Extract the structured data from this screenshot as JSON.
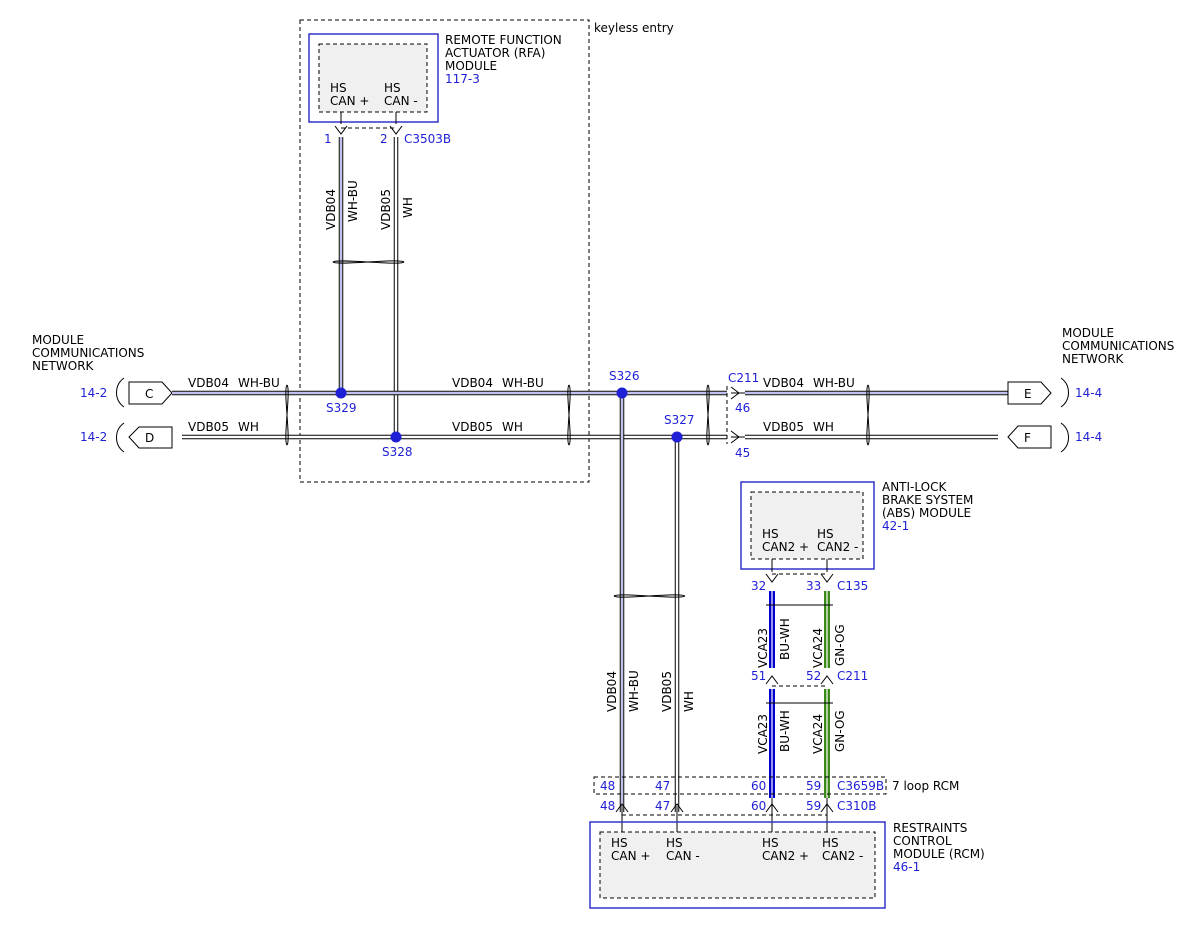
{
  "rfa": {
    "title_l1": "REMOTE FUNCTION",
    "title_l2": "ACTUATOR (RFA)",
    "title_l3": "MODULE",
    "ref": "117-3",
    "pin1_l1": "HS",
    "pin1_l2": "CAN +",
    "pin2_l1": "HS",
    "pin2_l2": "CAN -",
    "pin1_num": "1",
    "pin2_num": "2",
    "connector": "C3503B",
    "wire1_circuit": "VDB04",
    "wire1_color": "WH-BU",
    "wire2_circuit": "VDB05",
    "wire2_color": "WH"
  },
  "keyless_label": "keyless entry",
  "left_network": {
    "l1": "MODULE",
    "l2": "COMMUNICATIONS",
    "l3": "NETWORK",
    "ref_c": "14-2",
    "ref_d": "14-2",
    "conn_c": "C",
    "conn_d": "D"
  },
  "right_network": {
    "l1": "MODULE",
    "l2": "COMMUNICATIONS",
    "l3": "NETWORK",
    "ref_e": "14-4",
    "ref_f": "14-4",
    "conn_e": "E",
    "conn_f": "F"
  },
  "bus": {
    "top_left_circuit": "VDB04",
    "top_left_color": "WH-BU",
    "top_mid_circuit": "VDB04",
    "top_mid_color": "WH-BU",
    "top_right_circuit": "VDB04",
    "top_right_color": "WH-BU",
    "bot_left_circuit": "VDB05",
    "bot_left_color": "WH",
    "bot_mid_circuit": "VDB05",
    "bot_mid_color": "WH",
    "bot_right_circuit": "VDB05",
    "bot_right_color": "WH",
    "splice_s329": "S329",
    "splice_s328": "S328",
    "splice_s326": "S326",
    "splice_s327": "S327",
    "c211": "C211",
    "pin46": "46",
    "pin45": "45"
  },
  "down": {
    "w1_circuit": "VDB04",
    "w1_color": "WH-BU",
    "w2_circuit": "VDB05",
    "w2_color": "WH"
  },
  "abs": {
    "title_l1": "ANTI-LOCK",
    "title_l2": "BRAKE SYSTEM",
    "title_l3": "(ABS) MODULE",
    "ref": "42-1",
    "pin1_l1": "HS",
    "pin1_l2": "CAN2 +",
    "pin2_l1": "HS",
    "pin2_l2": "CAN2 -",
    "pin32": "32",
    "pin33": "33",
    "c135": "C135",
    "upper_w1_circuit": "VCA23",
    "upper_w1_color": "BU-WH",
    "upper_w2_circuit": "VCA24",
    "upper_w2_color": "GN-OG",
    "pin51": "51",
    "pin52": "52",
    "c211": "C211",
    "lower_w1_circuit": "VCA23",
    "lower_w1_color": "BU-WH",
    "lower_w2_circuit": "VCA24",
    "lower_w2_color": "GN-OG"
  },
  "loop": {
    "label": "7 loop RCM",
    "p48": "48",
    "p47": "47",
    "p60": "60",
    "p59": "59",
    "c3659b": "C3659B",
    "q48": "48",
    "q47": "47",
    "q60": "60",
    "q59": "59",
    "c310b": "C310B"
  },
  "rcm": {
    "title_l1": "RESTRAINTS",
    "title_l2": "CONTROL",
    "title_l3": "MODULE (RCM)",
    "ref": "46-1",
    "p1_l1": "HS",
    "p1_l2": "CAN +",
    "p2_l1": "HS",
    "p2_l2": "CAN -",
    "p3_l1": "HS",
    "p3_l2": "CAN2 +",
    "p4_l1": "HS",
    "p4_l2": "CAN2 -"
  }
}
